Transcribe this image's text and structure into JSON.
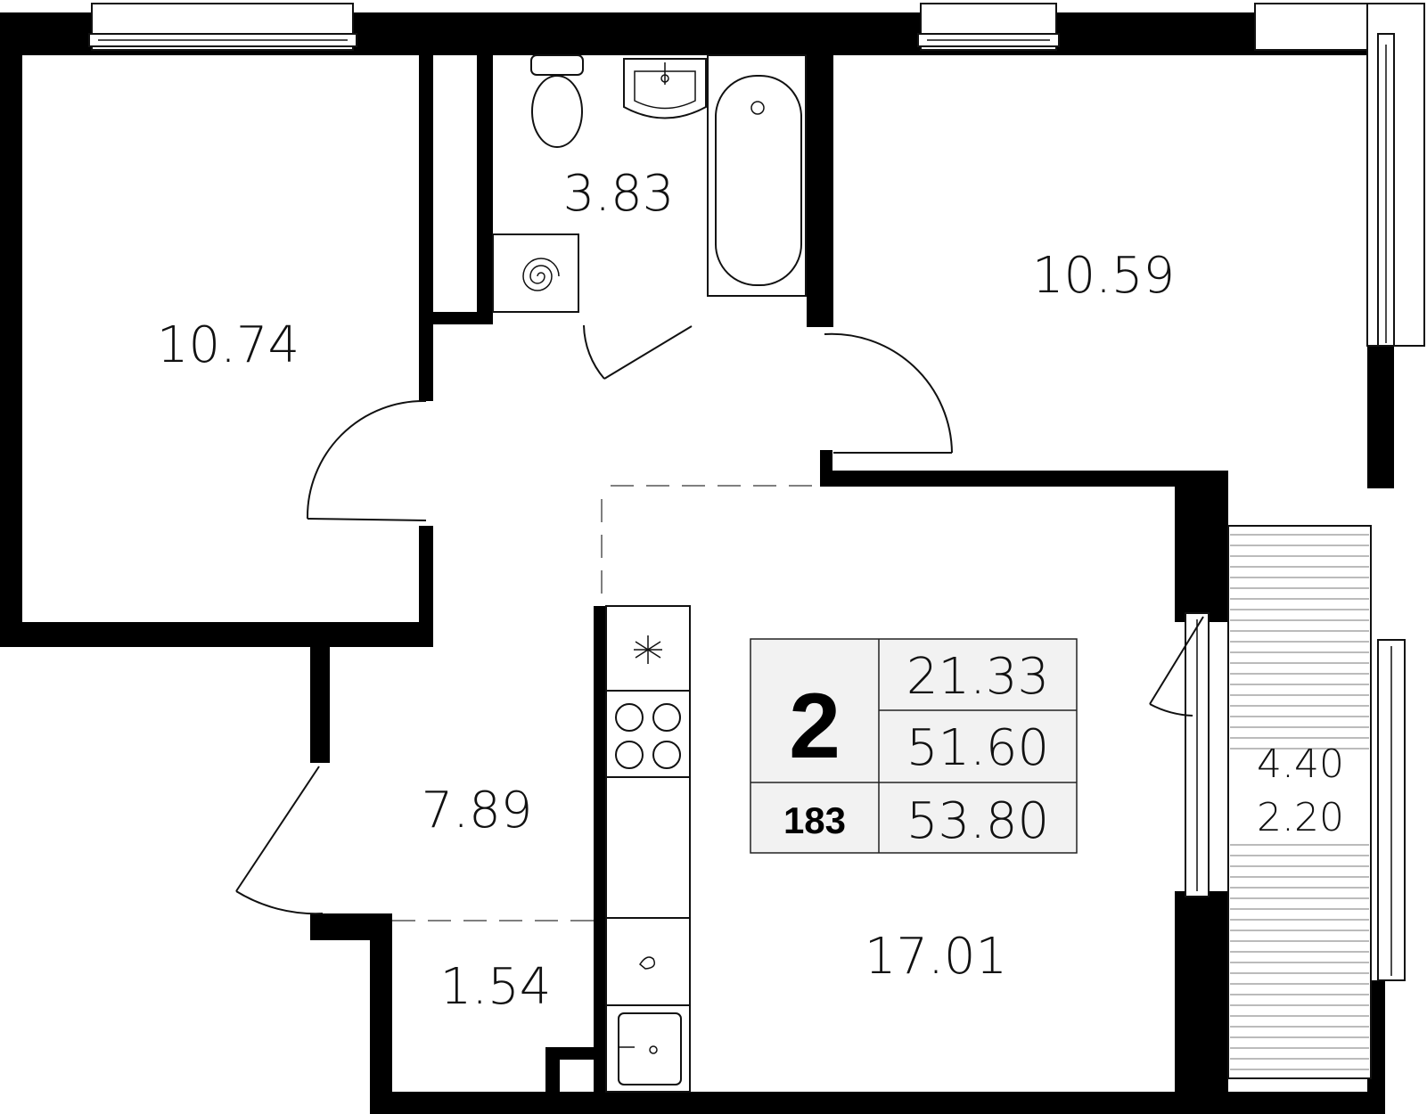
{
  "apartment": {
    "rooms_count": "2",
    "number": "183",
    "living_area": "21.33",
    "total_area": "51.60",
    "total_area_with_balcony": "53.80"
  },
  "rooms": {
    "bedroom_left": "10.74",
    "bathroom": "3.83",
    "bedroom_right": "10.59",
    "hallway": "7.89",
    "storage": "1.54",
    "kitchen_living": "17.01",
    "balcony_area": "4.40",
    "balcony_reduced": "2.20"
  },
  "colors": {
    "wall": "#000000",
    "table_bg": "#f2f2f2",
    "line": "#111111"
  }
}
